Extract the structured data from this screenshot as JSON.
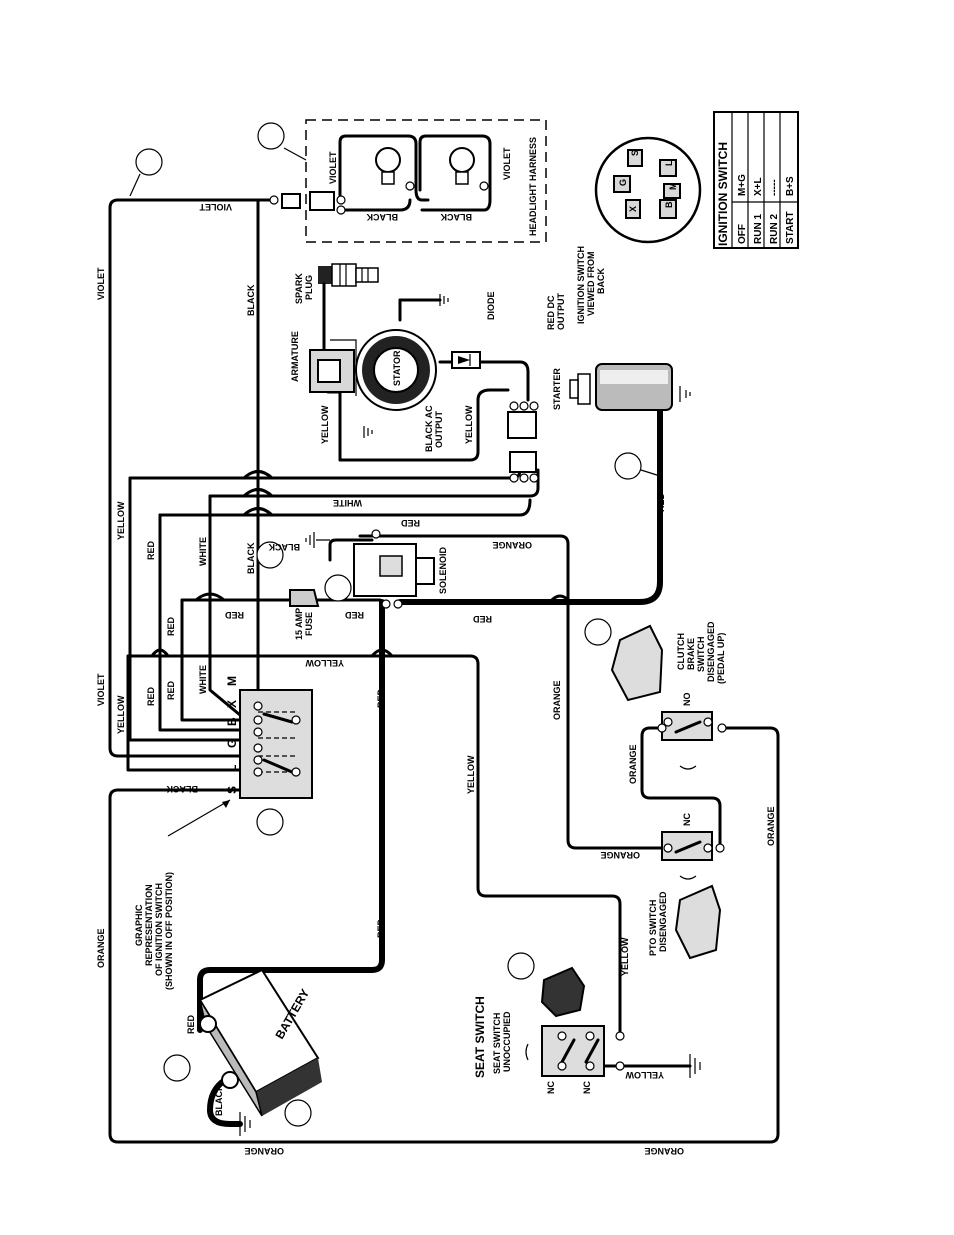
{
  "wires": {
    "violet": "VIOLET",
    "black": "BLACK",
    "yellow": "YELLOW",
    "red": "RED",
    "white": "WHITE",
    "orange": "ORANGE"
  },
  "headlight_harness": "HEADLIGHT HARNESS",
  "engine": {
    "spark_plug": [
      "SPARK",
      "PLUG"
    ],
    "armature": "ARMATURE",
    "stator": "STATOR",
    "diode": "DIODE",
    "red_dc_output": [
      "RED DC",
      "OUTPUT"
    ],
    "black_ac_output": [
      "BLACK AC",
      "OUTPUT"
    ],
    "starter": "STARTER"
  },
  "ignition_view": [
    "IGNITION SWITCH",
    "VIEWED  FROM",
    "BACK"
  ],
  "ignition_letters": [
    "S",
    "L",
    "M",
    "B",
    "X",
    "G"
  ],
  "ignition_table": {
    "title": "IGNITION SWITCH",
    "rows": [
      {
        "pos": "OFF",
        "conn": "M+G"
      },
      {
        "pos": "RUN 1",
        "conn": "X+L"
      },
      {
        "pos": "RUN 2",
        "conn": "-----"
      },
      {
        "pos": "START",
        "conn": "B+S"
      }
    ]
  },
  "solenoid": "SOLENOID",
  "fuse": [
    "15 AMP",
    "FUSE"
  ],
  "switch_terminals": [
    "M",
    "X",
    "B",
    "G",
    "L",
    "S"
  ],
  "graphic_rep": [
    "GRAPHIC",
    "REPRESENTATION",
    "OF IGNITION SWITCH",
    "(SHOWN IN  OFF POSITION)"
  ],
  "battery": "BATTERY",
  "clutch_switch": [
    "CLUTCH",
    "BRAKE",
    "SWITCH",
    "DISENGAGED",
    "(PEDAL UP)"
  ],
  "pto_switch": [
    "PTO SWITCH",
    "DISENGAGED"
  ],
  "seat_switch": [
    "SEAT SWITCH",
    "SEAT SWITCH",
    "UNOCCUPIED"
  ],
  "contact_no": "NO",
  "contact_nc": "NC"
}
